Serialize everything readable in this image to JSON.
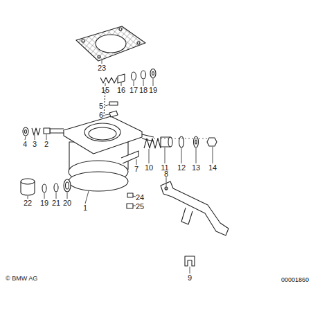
{
  "diagram": {
    "labels": [
      "23",
      "15",
      "16",
      "17",
      "18",
      "19",
      "5",
      "6",
      "4",
      "3",
      "2",
      "7",
      "10",
      "11",
      "12",
      "13",
      "14",
      "8",
      "22",
      "19",
      "21",
      "20",
      "1",
      "24",
      "25",
      "9",
      "© BMW AG",
      "00001860"
    ]
  }
}
